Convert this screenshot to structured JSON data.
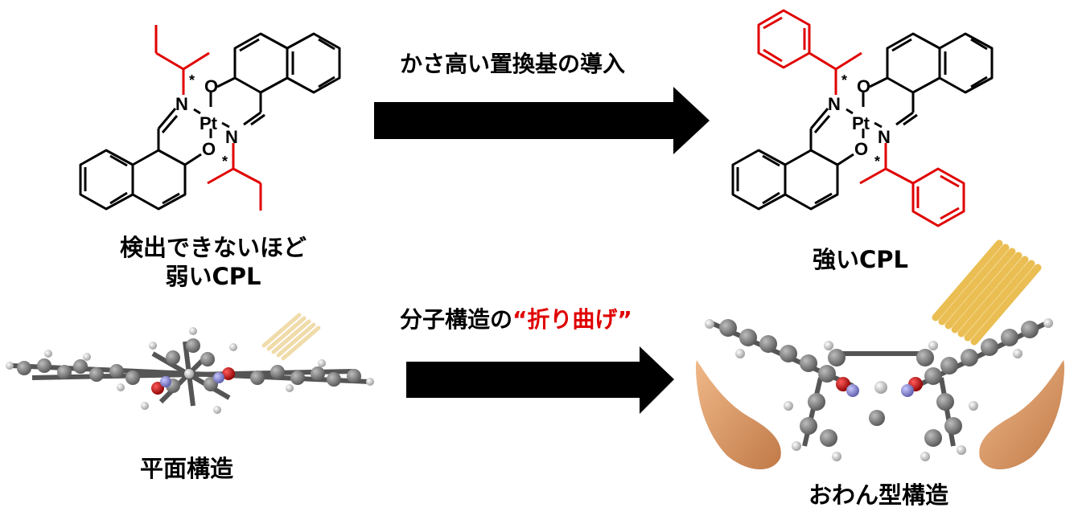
{
  "colors": {
    "accent_red": "#e00000",
    "arrow": "#000000",
    "carbon_atom": "#808080",
    "hydrogen_atom": "#dcdcdc",
    "oxygen_atom": "#cc0000",
    "nitrogen_atom": "#8a8ad8",
    "hand": "#d89866",
    "cpl_light": "#e8b840"
  },
  "top": {
    "arrow_caption": "かさ高い置換基の導入",
    "left_molecule": {
      "atoms": {
        "n": "N",
        "pt": "Pt",
        "o": "O",
        "star": "*"
      },
      "caption_line1": "検出できないほど",
      "caption_line2": "弱いCPL"
    },
    "right_molecule": {
      "atoms": {
        "n": "N",
        "pt": "Pt",
        "o": "O",
        "star": "*"
      },
      "caption": "強いCPL"
    }
  },
  "bottom": {
    "arrow_caption_prefix": "分子構造の",
    "arrow_caption_highlight": "“折り曲げ”",
    "left_structure": {
      "caption": "平面構造"
    },
    "right_structure": {
      "caption": "おわん型構造"
    }
  }
}
